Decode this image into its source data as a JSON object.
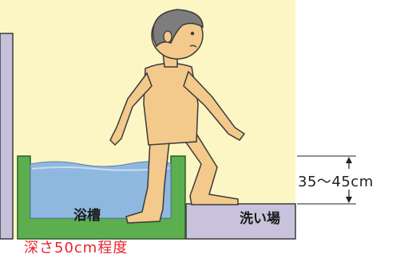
{
  "diagram": {
    "labels": {
      "bathtub": "浴槽",
      "washing_area": "洗い場",
      "step_height": "35～45cm",
      "tub_depth": "深さ50cm程度"
    },
    "colors": {
      "wall": "#fbf6c4",
      "outline": "#3a3a3a",
      "tub_rim": "#5cae4e",
      "water": "#8fb8e0",
      "floor": "#c9c2dc",
      "skin": "#f3c98c",
      "hair": "#7d7d7d",
      "depth_text": "#e8232d"
    }
  }
}
